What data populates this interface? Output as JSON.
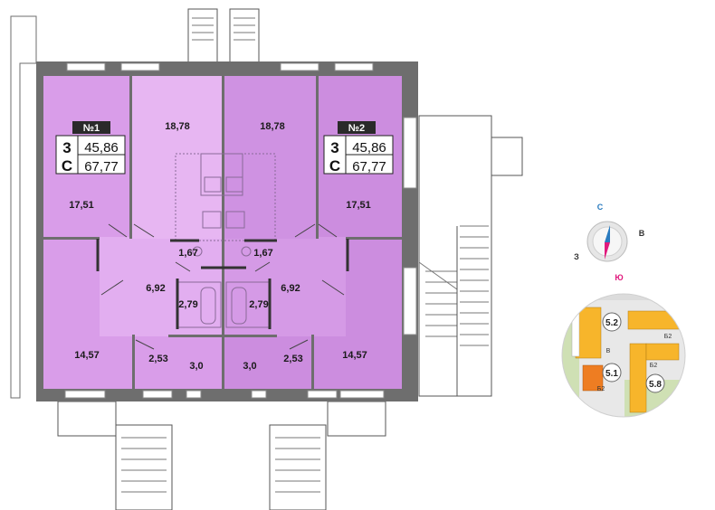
{
  "colors": {
    "apt1": "#d99de9",
    "apt1_hall": "#e2aef0",
    "apt2": "#cc8ddf",
    "apt2_hall": "#d59ae6",
    "wall": "#6e6e6e",
    "outline": "#555555",
    "compass_north": "#2a7bbf",
    "compass_south": "#e0197d",
    "map_yellow": "#f7b52b",
    "map_orange": "#ee7d22",
    "map_green": "#cfe0b4"
  },
  "apartments": [
    {
      "number": "№1",
      "rooms_letter": "3",
      "type_letter": "С",
      "living_area": "45,86",
      "total_area": "67,77"
    },
    {
      "number": "№2",
      "rooms_letter": "3",
      "type_letter": "С",
      "living_area": "45,86",
      "total_area": "67,77"
    }
  ],
  "rooms": {
    "apt1": {
      "room_top": "18,78",
      "room_left": "17,51",
      "room_bottom": "14,57",
      "hall": "6,92",
      "wc": "1,67",
      "bath": "2,79",
      "closet": "2,53",
      "kitchen": "3,0"
    },
    "apt2": {
      "room_top": "18,78",
      "room_right": "17,51",
      "room_bottom": "14,57",
      "hall": "6,92",
      "wc": "1,67",
      "bath": "2,79",
      "closet": "2,53",
      "kitchen": "3,0"
    }
  },
  "compass": {
    "north": "С",
    "south": "Ю",
    "east": "В",
    "west": "З"
  },
  "site_map": {
    "buildings": [
      "5.2",
      "5.1",
      "5.8"
    ],
    "sections": [
      "В",
      "Б2",
      "Б2",
      "Б2"
    ]
  }
}
